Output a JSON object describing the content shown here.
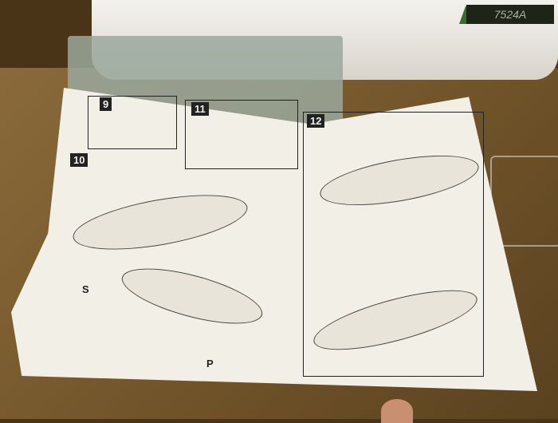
{
  "machine": {
    "model_label": "7524A"
  },
  "instructions": {
    "steps": [
      "9",
      "10",
      "11",
      "12"
    ],
    "part_labels": [
      "S",
      "P"
    ]
  }
}
